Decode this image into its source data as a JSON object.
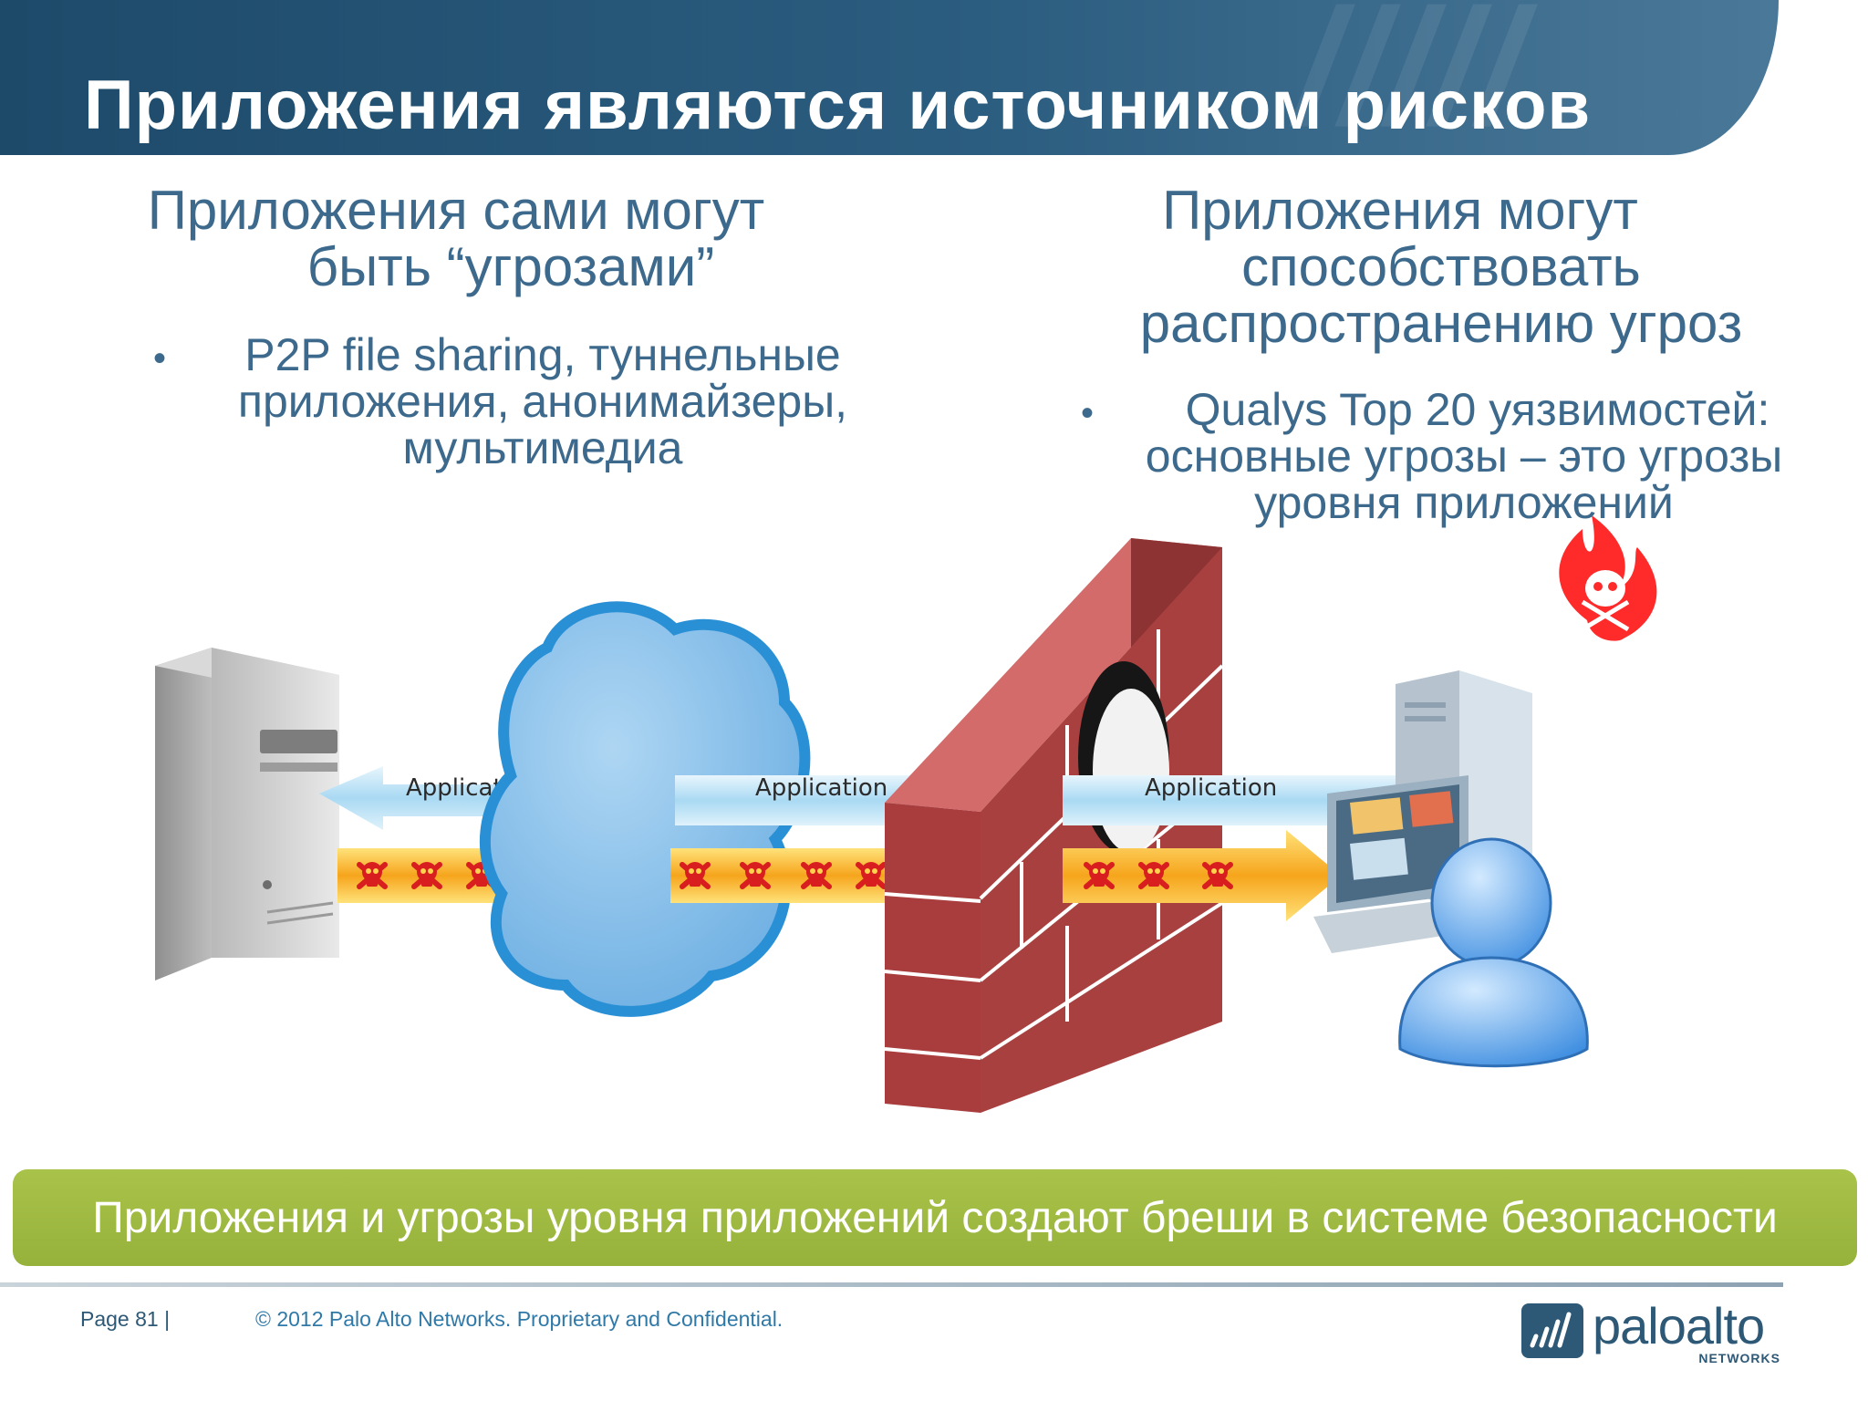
{
  "slide": {
    "title": "Приложения являются источником рисков",
    "left": {
      "heading": [
        "Приложения сами могут",
        "быть “угрозами”"
      ],
      "bullet": [
        "P2P file sharing, туннельные",
        "приложения, анонимайзеры,",
        "мультимедиа"
      ]
    },
    "right": {
      "heading": [
        "Приложения могут",
        "способствовать",
        "распространению угроз"
      ],
      "bullet": [
        "Qualys Top 20 уязвимостей:",
        "основные угрозы – это угрозы",
        "уровня приложений"
      ]
    },
    "bullet_char": "•"
  },
  "diagram": {
    "arrow_labels": [
      "Applicati",
      "Application",
      "Application"
    ],
    "icons": [
      "server-icon",
      "cloud-icon",
      "firewall-wall-icon",
      "skull-crossbones-icon",
      "flaming-skull-icon",
      "user-icon",
      "computer-icon"
    ],
    "colors": {
      "arrow_blue": "#bfe3f7",
      "threat_orange": "#f7b11e",
      "skull_red": "#d81e1e",
      "brick": "#b84545",
      "cloud": "#8ec3ea"
    }
  },
  "banner": {
    "text": "Приложения и угрозы уровня приложений создают бреши в системе безопасности",
    "color": "#a3bd45"
  },
  "footer": {
    "page": "Page 81  |",
    "copyright": "© 2012 Palo Alto Networks. Proprietary and Confidential.",
    "logo_text": "paloalto",
    "logo_sub": "NETWORKS"
  },
  "colors": {
    "header": "#24506f",
    "text_blue": "#3d6a8c"
  }
}
